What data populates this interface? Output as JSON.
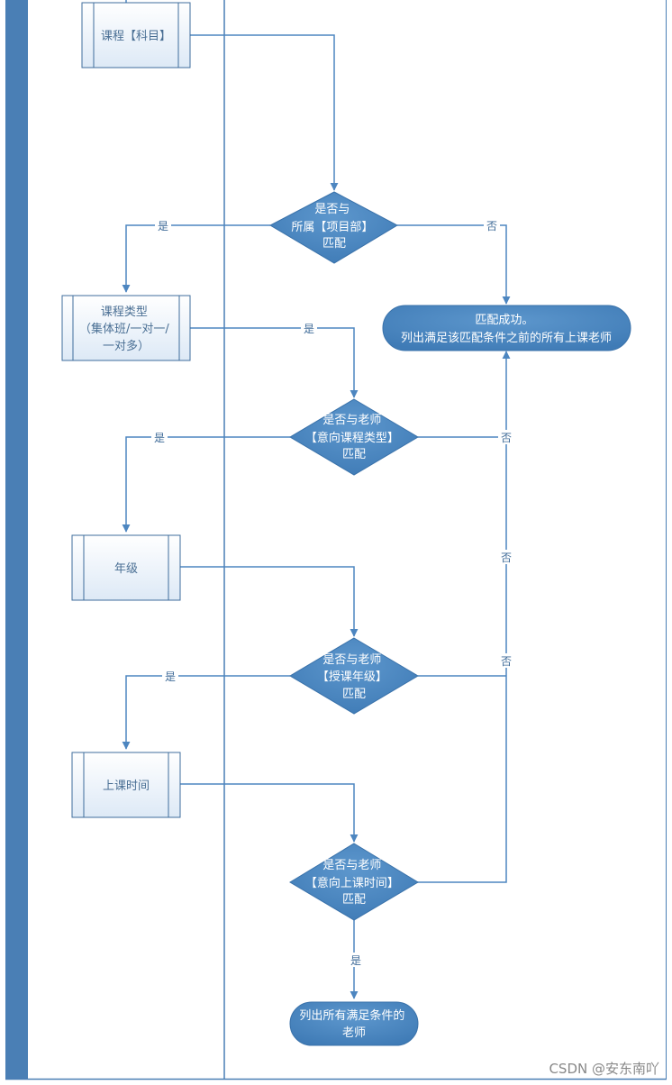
{
  "boxes": {
    "subject": "课程【科目】",
    "course_type": [
      "课程类型",
      "（集体班/一对一/",
      "一对多）"
    ],
    "grade": "年级",
    "class_time": "上课时间"
  },
  "decisions": {
    "project_dept": [
      "是否与",
      "所属【项目部】",
      "匹配"
    ],
    "intended_type": [
      "是否与老师",
      "【意向课程类型】",
      "匹配"
    ],
    "grade_taught": [
      "是否与老师",
      "【授课年级】",
      "匹配"
    ],
    "intended_time": [
      "是否与老师",
      "【意向上课时间】",
      "匹配"
    ]
  },
  "terminals": {
    "match_success": [
      "匹配成功。",
      "列出满足该匹配条件之前的所有上课老师"
    ],
    "all_match": [
      "列出所有满足条件的",
      "老师"
    ]
  },
  "edge_labels": {
    "yes": "是",
    "no": "否"
  },
  "watermark": "CSDN @安东南吖",
  "colors": {
    "accent": "#4a7fb5",
    "shape_fill": "#4a86c0",
    "line": "#4d86c0",
    "box_border": "#3f6d9c"
  }
}
